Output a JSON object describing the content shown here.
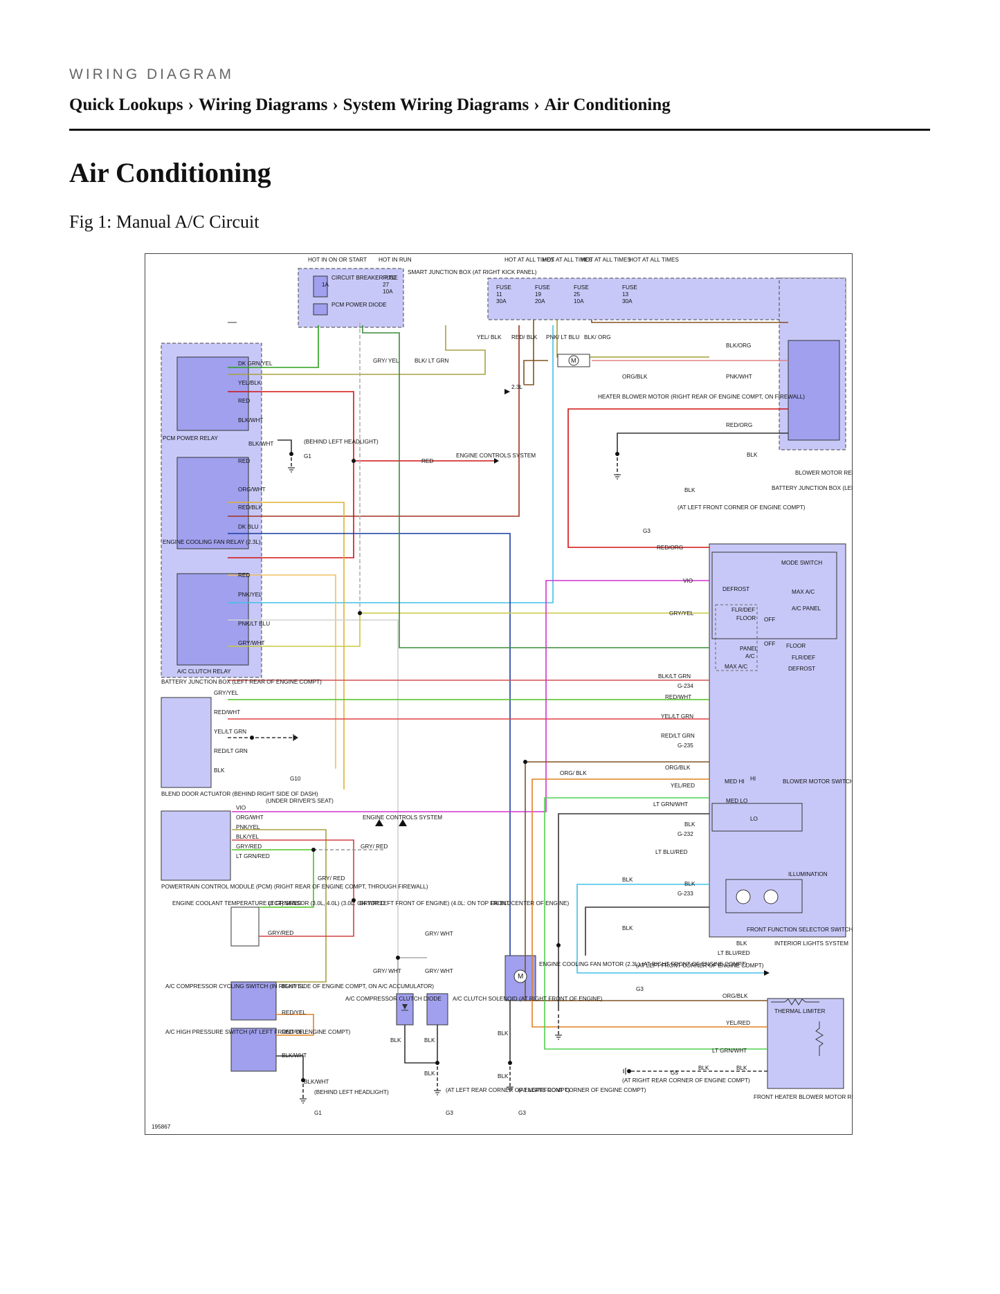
{
  "page": {
    "kicker": "WIRING DIAGRAM",
    "breadcrumb": [
      "Quick Lookups",
      "Wiring Diagrams",
      "System Wiring Diagrams",
      "Air Conditioning"
    ],
    "breadcrumb_sep": "›",
    "title": "Air Conditioning",
    "figure_caption": "Fig 1: Manual A/C Circuit"
  },
  "diagram": {
    "figure_id": "195867",
    "colors": {
      "module_fill": "#c8c8f8",
      "relay_fill": "#a0a0ee",
      "border": "#444444"
    },
    "modules": {
      "smart_junction_box": "SMART JUNCTION BOX (AT RIGHT KICK PANEL)",
      "battery_junction_box": "BATTERY JUNCTION BOX (LEFT REAR OF ENGINE COMPT)",
      "battery_junction_box_right": "BATTERY JUNCTION BOX (LEFT REAR OF ENGINE COMPARTMENT)",
      "pcm_power_relay": "PCM POWER RELAY",
      "engine_cooling_fan_relay": "ENGINE COOLING FAN RELAY (2.3L)",
      "ac_clutch_relay": "A/C CLUTCH RELAY",
      "blower_motor_relay": "BLOWER MOTOR RELAY",
      "blend_door_actuator": "BLEND DOOR ACTUATOR (BEHIND RIGHT SIDE OF DASH)",
      "pcm": "POWERTRAIN CONTROL MODULE (PCM) (RIGHT REAR OF ENGINE COMPT, THROUGH FIREWALL)",
      "ect_sensor": "ENGINE COOLANT TEMPERATURE (ECT) SENSOR (3.0L, 4.0L) (3.0L: ON TOP LEFT FRONT OF ENGINE) (4.0L: ON TOP FRONT CENTER OF ENGINE)",
      "ac_cycling_switch": "A/C COMPRESSOR CYCLING SWITCH (IN RIGHT SIDE OF ENGINE COMPT, ON A/C ACCUMULATOR)",
      "ac_high_pressure_switch": "A/C HIGH PRESSURE SWITCH (AT LEFT FRONT OF ENGINE COMPT)",
      "ac_clutch_diode": "A/C COMPRESSOR CLUTCH DIODE",
      "ac_clutch_solenoid": "A/C CLUTCH SOLENOID (AT RIGHT FRONT OF ENGINE)",
      "cooling_fan_motor": "ENGINE COOLING FAN MOTOR (2.3L) (AT RIGHT FRONT OF ENGINE COMPT)",
      "heater_blower_motor": "HEATER BLOWER MOTOR (RIGHT REAR OF ENGINE COMPT, ON FIREWALL)",
      "front_function_selector": "FRONT FUNCTION SELECTOR SWITCH ASSEMBLY",
      "front_heater_blower_resistor": "FRONT HEATER BLOWER MOTOR RESISTOR (RIGHT REAR OF ENGINE COMPARTMENT, NEAR BLOWER MOTOR)",
      "engine_controls_system": "ENGINE CONTROLS SYSTEM",
      "interior_lights_system": "INTERIOR LIGHTS SYSTEM"
    },
    "power": {
      "hot_in_on_start": "HOT IN ON OR START",
      "hot_in_run": "HOT IN RUN",
      "hot_at_all_times": "HOT AT ALL TIMES",
      "circuit_breaker": "CIRCUIT BREAKER PTC",
      "cb_rating": "1A",
      "pcm_power_diode": "PCM POWER DIODE",
      "fuses": [
        {
          "name": "FUSE",
          "num": "27",
          "amp": "10A"
        },
        {
          "name": "FUSE",
          "num": "11",
          "amp": "30A"
        },
        {
          "name": "FUSE",
          "num": "19",
          "amp": "20A"
        },
        {
          "name": "FUSE",
          "num": "25",
          "amp": "10A"
        },
        {
          "name": "FUSE",
          "num": "13",
          "amp": "30A"
        }
      ]
    },
    "wires": {
      "dk_grn_yel": "DK GRN/YEL",
      "yel_blk": "YEL/BLK",
      "red": "RED",
      "blk_wht": "BLK/WHT",
      "org_wht": "ORG/WHT",
      "red_blk": "RED/BLK",
      "dk_blu": "DK BLU",
      "pnk_yel": "PNK/YEL",
      "pnk_lt_blu": "PNK/LT BLU",
      "gry_wht": "GRY/WHT",
      "gry_yel": "GRY/YEL",
      "red_wht": "RED/WHT",
      "yel_lt_grn": "YEL/LT GRN",
      "red_lt_grn": "RED/LT GRN",
      "blk": "BLK",
      "vio": "VIO",
      "gry_red": "GRY/RED",
      "lt_grn_red": "LT GRN/RED",
      "red_yel": "RED/YEL",
      "blk_yel": "BLK/YEL",
      "blk_lt_grn": "BLK/LT GRN",
      "red_org": "RED/ORG",
      "blk_org": "BLK/ORG",
      "pnk_wht": "PNK/WHT",
      "org_blk": "ORG/BLK",
      "yel_red": "YEL/RED",
      "lt_grn_wht": "LT GRN/WHT",
      "lt_blu_red": "LT BLU/RED",
      "yel_blk_v": "YEL/ BLK",
      "red_blk_v": "RED/ BLK",
      "pnk_lt_blu_v": "PNK/ LT BLU",
      "blk_org_v": "BLK/ ORG",
      "gry_yel_v": "GRY/ YEL",
      "blk_lt_grn_v": "BLK/ LT GRN",
      "gry_red_v": "GRY/ RED",
      "gry_wht_v": "GRY/ WHT",
      "org_blk_v": "ORG/ BLK",
      "engine_3_2l": "2.3L"
    },
    "grounds": {
      "g1": "G1",
      "g3": "G3",
      "g5": "G5",
      "g10": "G10",
      "behind_left_headlight": "(BEHIND LEFT HEADLIGHT)",
      "at_left_front_corner": "(AT LEFT FRONT CORNER OF ENGINE COMPT)",
      "at_left_rear_corner": "(AT LEFT REAR CORNER OF ENGINE COMPT)",
      "at_right_rear_corner": "(AT RIGHT REAR CORNER OF ENGINE COMPT)",
      "under_drivers_seat": "(UNDER DRIVER'S SEAT)"
    },
    "connectors": [
      "G-234",
      "G-235",
      "G-232",
      "G-233"
    ],
    "switch_labels": {
      "mode_switch": "MODE SWITCH",
      "defrost": "DEFROST",
      "max_ac": "MAX A/C",
      "flr_def": "FLR/DEF",
      "floor": "FLOOR",
      "off": "OFF",
      "ac": "A/C",
      "panel": "PANEL",
      "ac_panel": "A/C PANEL",
      "blower_motor_switch": "BLOWER MOTOR SWITCH",
      "hi": "HI",
      "med_hi": "MED HI",
      "med_lo": "MED LO",
      "lo": "LO",
      "illumination": "ILLUMINATION",
      "thermal_limiter": "THERMAL LIMITER"
    }
  }
}
